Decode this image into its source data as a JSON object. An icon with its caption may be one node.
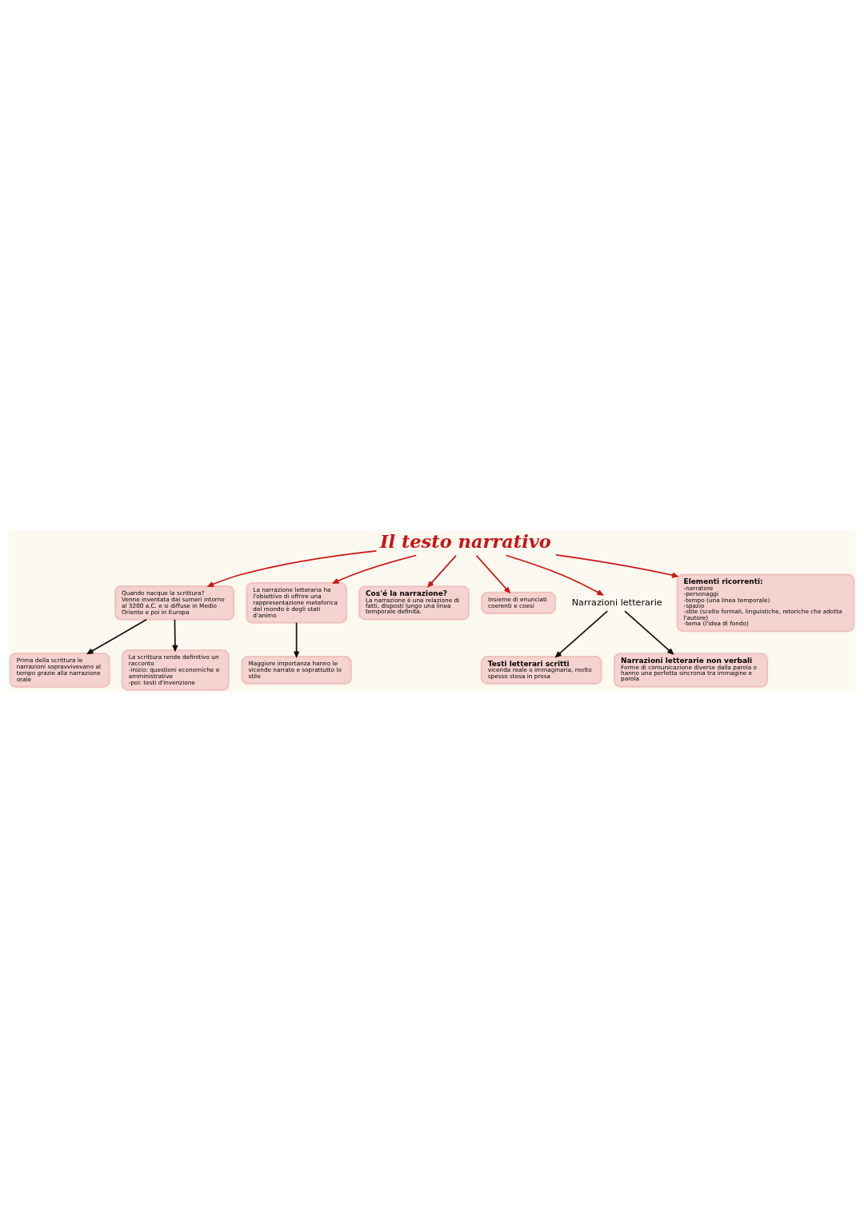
{
  "diagram": {
    "nodes": [
      {
        "text": [
          "Il testo narrativo"
        ]
      },
      {
        "text": [
          "Prima della scrittura le narrazioni sopravvivevano al tempo grazie alla narrazione orale"
        ]
      },
      {
        "text": [
          "La scrittura rende definitivo un racconto",
          "-inizio: questioni economiche e amministrative",
          "-poi: testi d'invenzione"
        ]
      },
      {
        "text": [
          "Quando nacque la scrittura?",
          "Venne inventata dai sumeri intorno al 3200 a.C. e si diffuse in Medio Oriente e poi in Europa"
        ]
      },
      {
        "text": [
          "La narrazione letteraria ha l'obiettivo di offrire una rappresentazione metaforica del mondo è degli stati d'animo"
        ]
      },
      {
        "text": [
          "Cos'é la narrazione?",
          "La narrazione é una relazione di fatti, disposti lungo una linea temporale definita."
        ]
      },
      {
        "text": [
          "Insieme di enunciati coerenti e coesi"
        ]
      },
      {
        "text": [
          "Maggiore importanza hanno le vicende narrate e soprattutto lo stile"
        ]
      },
      {
        "text": [
          "Narrazioni letterarie"
        ]
      },
      {
        "text": [
          "Testi letterari scritti",
          "vicenda reale o immaginaria, molto spesso stesa in prosa"
        ]
      },
      {
        "text": [
          "Narrazioni letterarie non verbali",
          "Forme di comunicazione diverse dalla parola o hanno una perfetta sincronia tra immagine e parola"
        ]
      },
      {
        "text": [
          "Elementi ricorrenti:",
          "-narratore",
          "-personaggi",
          "-tempo (una linea temporale)",
          "-spazio",
          "-stile (scelte formali, linguistiche, retoriche che adotta l'autore)",
          "-tema (l'idea di fondo)"
        ]
      }
    ],
    "edges": [
      {
        "from": 3,
        "to": 1,
        "arrow": "to",
        "color": "#111111"
      },
      {
        "from": 3,
        "to": 2,
        "arrow": "to",
        "color": "#111111"
      },
      {
        "from": 0,
        "to": 5,
        "arrow": "to"
      },
      {
        "from": 0,
        "to": 3,
        "arrow": "to"
      },
      {
        "from": 0,
        "to": 6,
        "arrow": "to"
      },
      {
        "from": 0,
        "to": 4,
        "arrow": "to"
      },
      {
        "from": 4,
        "to": 7,
        "arrow": "to",
        "color": "#111111"
      },
      {
        "from": 0,
        "to": 8,
        "arrow": "to"
      },
      {
        "from": 8,
        "to": 9,
        "arrow": "to",
        "color": "#111111"
      },
      {
        "from": 8,
        "to": 10,
        "arrow": "to",
        "color": "#111111"
      },
      {
        "from": 0,
        "to": 11,
        "arrow": "to"
      }
    ]
  }
}
